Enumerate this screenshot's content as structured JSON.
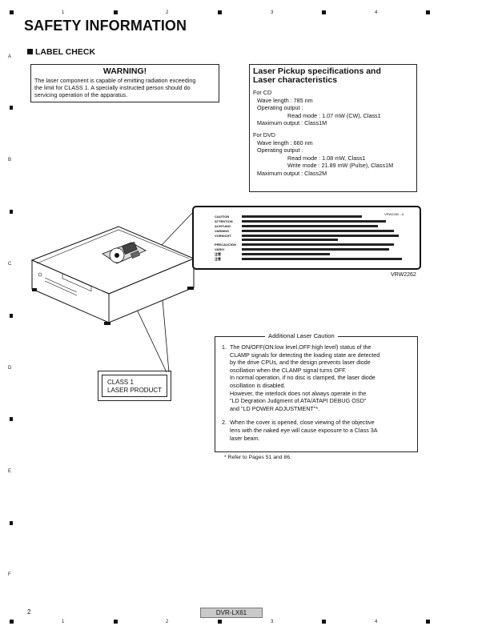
{
  "page": {
    "title": "SAFETY INFORMATION",
    "section": "LABEL CHECK",
    "page_number": "2",
    "model": "DVR-LX61"
  },
  "ruler": {
    "top_numbers": [
      "1",
      "2",
      "3",
      "4"
    ],
    "bottom_numbers": [
      "1",
      "2",
      "3",
      "4"
    ],
    "side_letters": [
      "A",
      "B",
      "C",
      "D",
      "E",
      "F"
    ]
  },
  "warning": {
    "title": "WARNING!",
    "lines": [
      "The laser component is capable of emitting radiation exceeding",
      "the limit for CLASS 1. A specially instructed person should do",
      "servicing operation of the apparatus."
    ]
  },
  "spec": {
    "title_line1": "Laser Pickup specifications and",
    "title_line2": "Laser characteristics",
    "cd_heading": "For CD",
    "cd_wavelength": "Wave length : 785 nm",
    "cd_operating": "Operating output :",
    "cd_read": "Read mode : 1.07 mW (CW), Class1",
    "cd_max": "Maximum output : Class1M",
    "dvd_heading": "For DVD",
    "dvd_wavelength": "Wave length : 660 nm",
    "dvd_operating": "Operating output :",
    "dvd_read": "Read mode : 1.08 mW, Class1",
    "dvd_write": "Write mode : 21.89 mW (Pulse), Class1M",
    "dvd_max": "Maximum output : Class2M"
  },
  "label_plate": {
    "code_top": "VRW2262 - A",
    "row_words": [
      "CAUTION",
      "ATTENTION",
      "ACHTUNG",
      "VARNING",
      "VORSICHT",
      "PRECAUCIÓN",
      "VARO!",
      "注意",
      "注意"
    ],
    "code_bottom": "VRW2262"
  },
  "class_label": {
    "line1": "CLASS 1",
    "line2": "LASER PRODUCT"
  },
  "caution": {
    "title": "Additional Laser Caution",
    "item1_num": "1.",
    "item1_lines": [
      "The ON/OFF(ON:low level,OFF:high level) status of the",
      "CLAMP signals for detecting the loading state are detected",
      "by the drive CPUs, and the design prevents laser diode",
      "oscillation when the CLAMP signal turns OFF.",
      "In normal operation, if no disc is clamped, the laser diode",
      "oscillation is disabled.",
      "However, the interlock does not always operate in the",
      "\"LD Degration Judgment of ATA/ATAPI DEBUG OSD\"",
      "and \"LD POWER ADJUSTMENT\"*."
    ],
    "item2_num": "2.",
    "item2_lines": [
      "When the cover is opened, close viewing of the objective",
      "lens with the naked eye will cause exposure to a Class 3A",
      "laser beam."
    ]
  },
  "footnote": "* Refer to Pages 51 and 86."
}
